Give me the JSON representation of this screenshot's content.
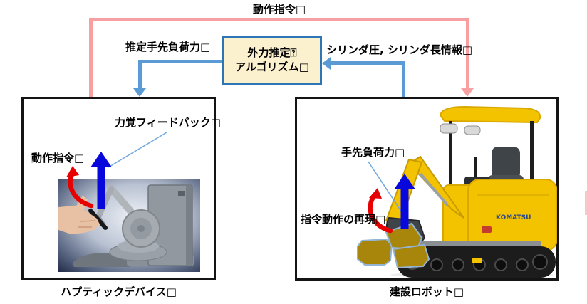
{
  "flows": {
    "motion_command_top": "動作指令□",
    "estimated_tip_force": "推定手先負荷力□",
    "cylinder_info": "シリンダ圧, シリンダ長情報□"
  },
  "algorithm_box": {
    "line1": "外力推定⍰",
    "line2": "アルゴリズム□"
  },
  "haptic_panel": {
    "force_feedback_label": "力覚フィードバック□",
    "motion_command_label": "動作指令□",
    "caption": "ハプティックデバイス□"
  },
  "robot_panel": {
    "tip_load_label": "手先負荷力□",
    "motion_reproduction_label": "指令動作の再現□",
    "caption": "建設ロボット□",
    "brand": "KOMATSU"
  },
  "colors": {
    "command_flow_pink": "#F89FA1",
    "feedback_flow_blue": "#5B9BD5",
    "thick_arrow_blue": "#0808DC",
    "curved_arrow_red": "#E60000",
    "algorithm_box_fill": "#FCF1CE",
    "algorithm_box_border": "#2E75B6",
    "panel_border": "#141414",
    "rock_fill": "#A8860B",
    "rock_stroke": "#92B5D6"
  }
}
